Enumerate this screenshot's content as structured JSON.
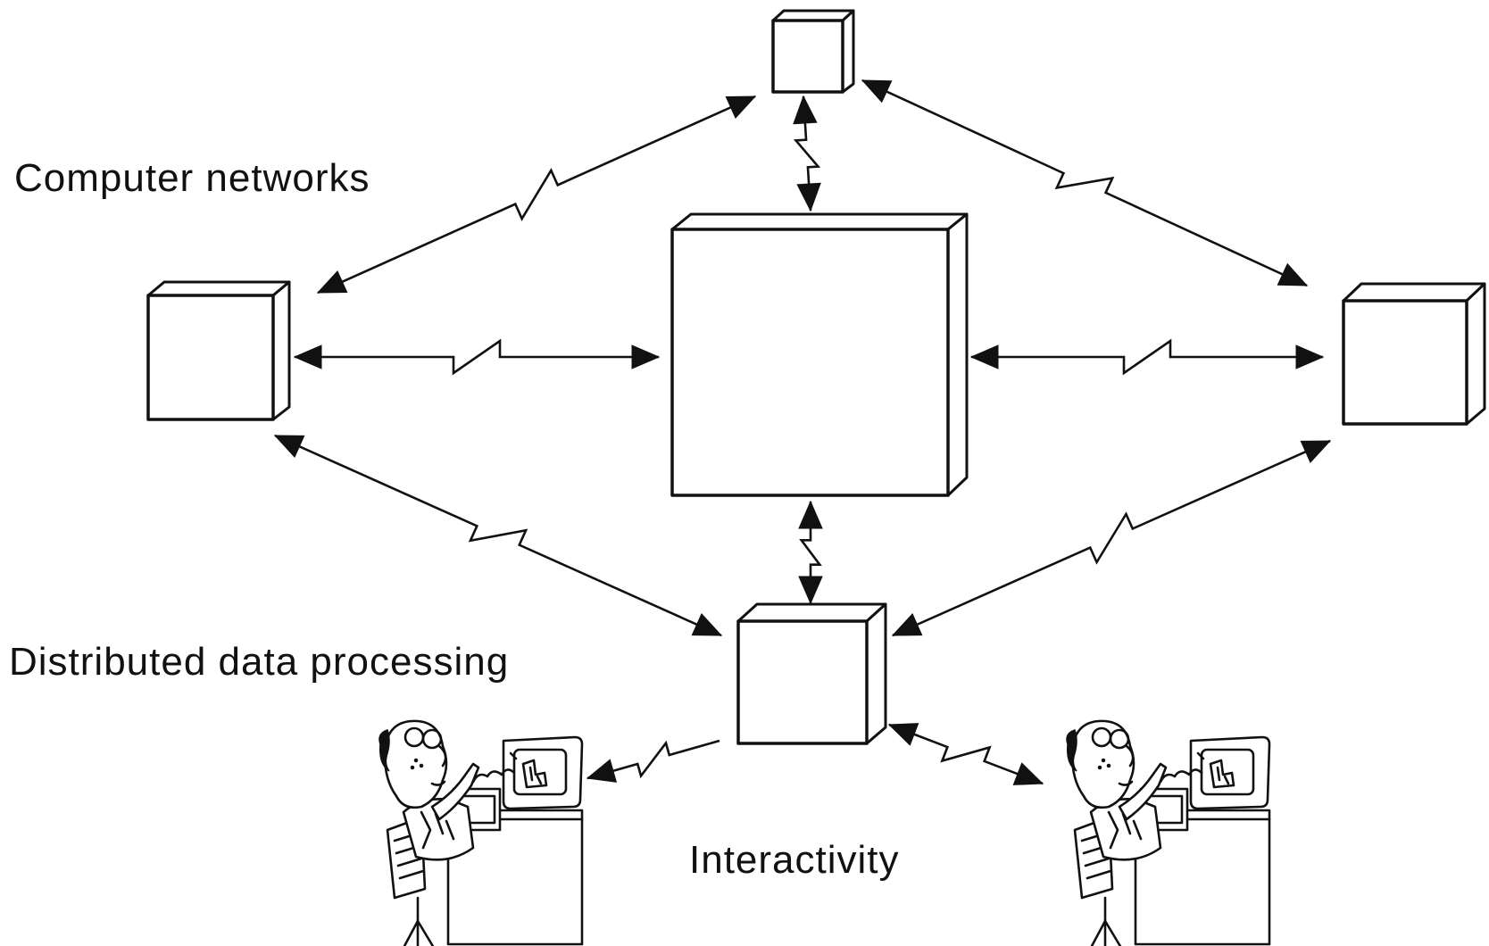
{
  "labels": {
    "computer_networks": "Computer networks",
    "distributed_data_processing": "Distributed data processing",
    "interactivity": "Interactivity"
  },
  "nodes": [
    {
      "id": "top-computer",
      "kind": "small-box"
    },
    {
      "id": "left-computer",
      "kind": "medium-box"
    },
    {
      "id": "central-computer",
      "kind": "large-box"
    },
    {
      "id": "right-computer",
      "kind": "medium-box"
    },
    {
      "id": "bottom-computer",
      "kind": "medium-box"
    },
    {
      "id": "user-left",
      "kind": "user-at-terminal"
    },
    {
      "id": "user-right",
      "kind": "user-at-terminal"
    }
  ],
  "links": [
    {
      "from": "top-computer",
      "to": "left-computer",
      "style": "zigzag",
      "arrows": "both"
    },
    {
      "from": "top-computer",
      "to": "central-computer",
      "style": "zigzag",
      "arrows": "both"
    },
    {
      "from": "top-computer",
      "to": "right-computer",
      "style": "zigzag",
      "arrows": "both"
    },
    {
      "from": "left-computer",
      "to": "central-computer",
      "style": "zigzag",
      "arrows": "both"
    },
    {
      "from": "central-computer",
      "to": "right-computer",
      "style": "zigzag",
      "arrows": "both"
    },
    {
      "from": "left-computer",
      "to": "bottom-computer",
      "style": "zigzag",
      "arrows": "both"
    },
    {
      "from": "central-computer",
      "to": "bottom-computer",
      "style": "zigzag",
      "arrows": "both"
    },
    {
      "from": "right-computer",
      "to": "bottom-computer",
      "style": "zigzag",
      "arrows": "both"
    },
    {
      "from": "bottom-computer",
      "to": "user-left",
      "style": "zigzag",
      "arrows": "end"
    },
    {
      "from": "bottom-computer",
      "to": "user-right",
      "style": "zigzag",
      "arrows": "both"
    }
  ],
  "colors": {
    "ink": "#111111",
    "paper": "#ffffff"
  }
}
